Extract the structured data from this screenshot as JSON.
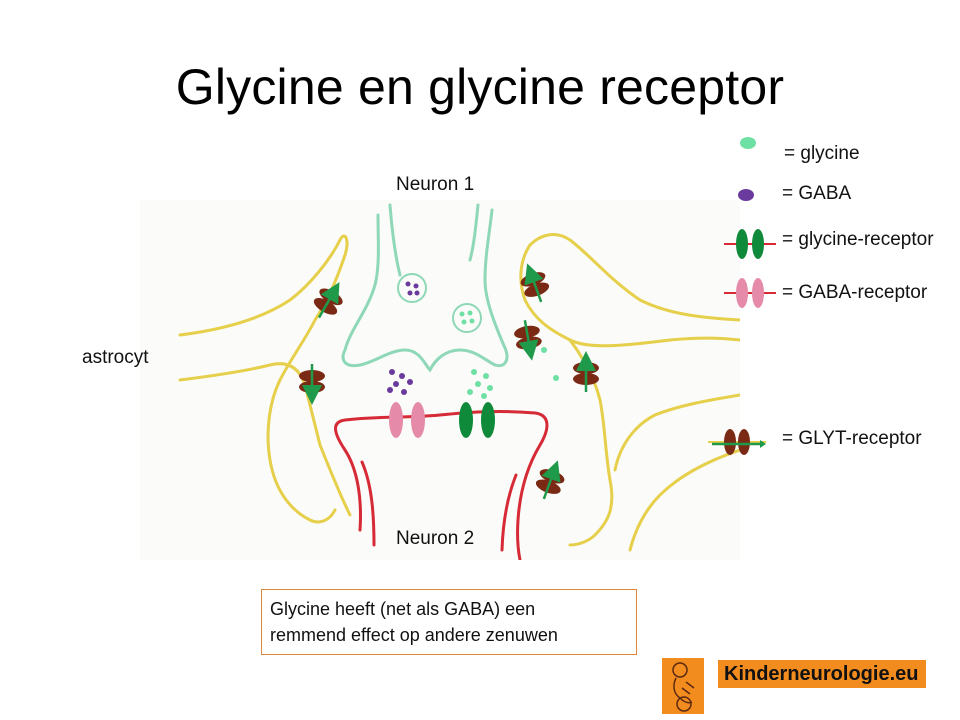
{
  "slide": {
    "title": "Glycine en glycine receptor"
  },
  "labels": {
    "neuron1": "Neuron 1",
    "neuron2": "Neuron 2",
    "astrocyte": "astrocyt"
  },
  "legend": [
    {
      "icon": "glycine-icon",
      "text": "= glycine",
      "color": "#6ee0a4"
    },
    {
      "icon": "gaba-icon",
      "text": "= GABA",
      "color": "#6a3a9c"
    },
    {
      "icon": "glycine-receptor-icon",
      "text": "= glycine-receptor",
      "color": "#0f8a3a"
    },
    {
      "icon": "gaba-receptor-icon",
      "text": "= GABA-receptor",
      "color": "#e58aa8"
    },
    {
      "icon": "glyt-receptor-icon",
      "text": "= GLYT-receptor",
      "color": "#7a2a14"
    }
  ],
  "note": {
    "line1": "Glycine heeft (net als GABA) een",
    "line2": "remmend effect op andere zenuwen"
  },
  "brand": {
    "text": "Kinderneurologie.eu",
    "color": "#f28c1f"
  },
  "colors": {
    "neuron1": "#8ed8b8",
    "neuron2": "#d62a36",
    "astrocyte": "#e6cf4a",
    "transporter_arrow": "#1f9a4a"
  }
}
